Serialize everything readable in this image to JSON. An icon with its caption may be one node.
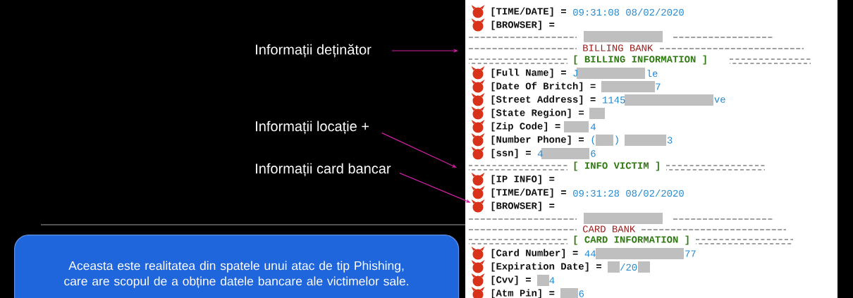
{
  "diagram": {
    "nodes": [
      {
        "text": [
          "Informații deținător"
        ]
      },
      {
        "text": [
          "Informații locație +"
        ]
      },
      {
        "text": [
          "Informații card bancar"
        ]
      },
      {
        "text": [
          "Aceasta este realitatea din spatele unui atac de tip Phishing, care are scopul de a obține datele bancare ale victimelor sale."
        ]
      },
      {
        "text": [],
        "shape": "picture"
      }
    ],
    "edges": [
      {
        "from": 0,
        "to": null,
        "arrow": "to"
      },
      {
        "from": 1,
        "to": null,
        "arrow": "to"
      },
      {
        "from": 2,
        "to": 4,
        "arrow": "to"
      }
    ],
    "labels": [
      "[TIME/DATE] =",
      "09:31:08 08/02/2020",
      "[BROWSER] =",
      "BILLING BANK",
      "[ BILLING INFORMATION ]",
      "[Full Name] =",
      "J",
      "le",
      "[Date Of Britch] =",
      "7",
      "[Street Address] =",
      "1145",
      "ve",
      "[State Region] =",
      "[Zip Code] =",
      "4",
      "[Number Phone] =",
      "(",
      ")",
      "3",
      "[ssn] =",
      "4",
      "6",
      "[ INFO VICTIM ]",
      "[IP INFO] =",
      "[TIME/DATE] =",
      "09:31:28 08/02/2020",
      "[BROWSER] =",
      "CARD BANK",
      "[ CARD INFORMATION ]",
      "[Card Number] =",
      "44",
      "77",
      "[Expiration Date] =",
      "/20",
      "[Cvv] =",
      "4",
      "[Atm Pin] =",
      "6"
    ]
  }
}
